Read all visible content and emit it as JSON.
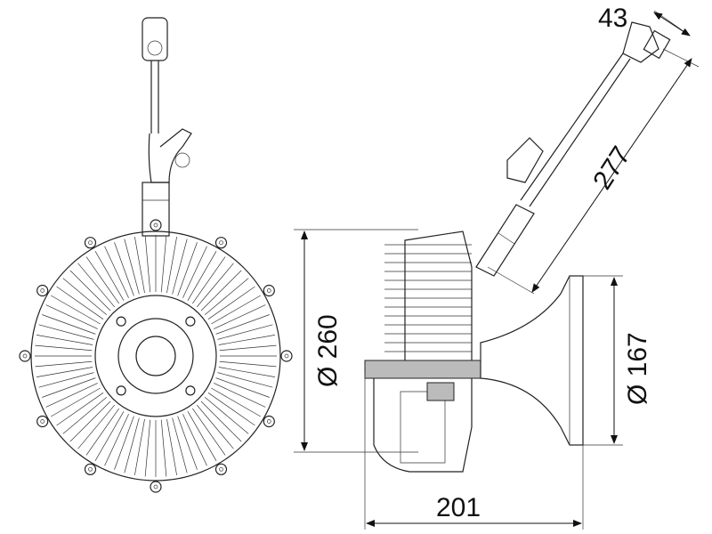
{
  "drawing": {
    "title": "Fan clutch technical drawing",
    "dimensions": {
      "connector_width": "43",
      "cable_length": "277",
      "fan_diameter": "Ø 260",
      "flange_diameter": "Ø 167",
      "overall_depth": "201"
    },
    "colors": {
      "line": "#222222",
      "background": "#ffffff",
      "section_fill": "#bbbbbb"
    }
  }
}
